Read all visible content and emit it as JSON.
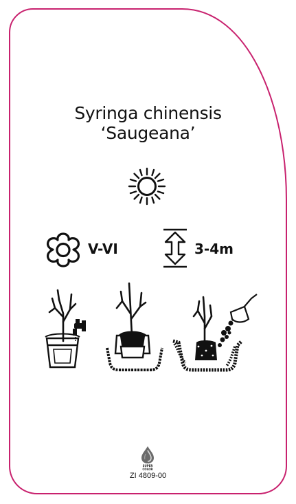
{
  "plant": {
    "name_line1": "Syringa chinensis",
    "name_line2": "‘Saugeana’"
  },
  "info": {
    "bloom_months": "V-VI",
    "height": "3-4m"
  },
  "icons": {
    "light": "full-sun-icon",
    "bloom": "flower-icon",
    "height": "height-arrow-icon",
    "step1": "watering-bucket-icon",
    "step2": "planting-pot-icon",
    "step3": "backfill-soil-icon",
    "logo": "super-color-drop-icon"
  },
  "footer": {
    "logo_line1": "SUPER",
    "logo_line2": "COLOR",
    "code": "ZI 4809-00"
  },
  "colors": {
    "border": "#c8216e",
    "ink": "#111111"
  }
}
